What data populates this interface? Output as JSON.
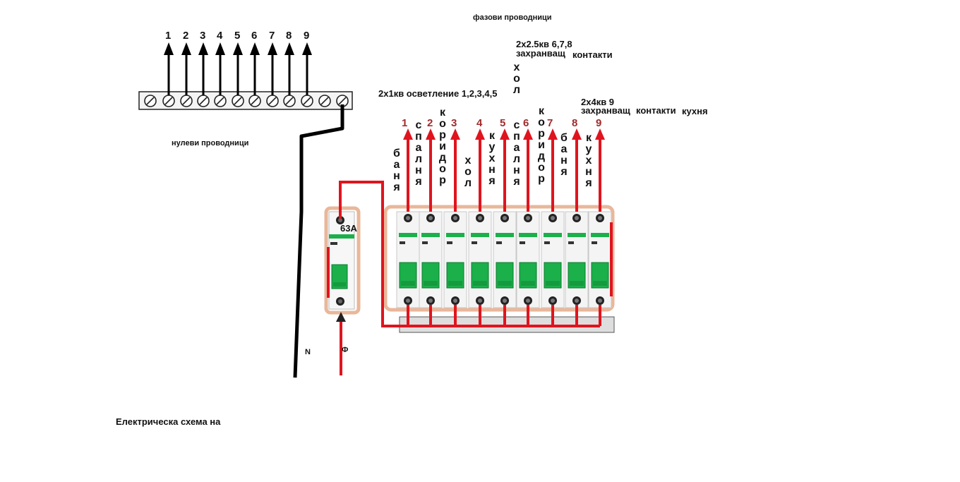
{
  "labels": {
    "phase_conductors": "фазови проводници",
    "neutral_conductors": "нулеви проводници",
    "lighting_spec": "2x1кв осветление 1,2,3,4,5",
    "socket_spec_line1": "2x2.5кв 6,7,8",
    "socket_spec_line2": "захранващ",
    "socket_spec_line3": "контакти",
    "kitchen_spec_line1": "2x4кв 9",
    "kitchen_spec_line2": "захранващ",
    "kitchen_spec_line3": "контакти",
    "kitchen_spec_line4": "кухня",
    "hol_vertical": "хол",
    "neutral_N": "N",
    "phase_F": "Ф",
    "main_breaker": "63А",
    "footer_caption": "Електрическа схема на"
  },
  "neutral_terminals": [
    "1",
    "2",
    "3",
    "4",
    "5",
    "6",
    "7",
    "8",
    "9"
  ],
  "breakers": [
    {
      "number": "1",
      "room": "баня"
    },
    {
      "number": "2",
      "room": "спалня"
    },
    {
      "number": "3",
      "room": "коридор"
    },
    {
      "number": "4",
      "room": "хол"
    },
    {
      "number": "5",
      "room": "кухня"
    },
    {
      "number": "6",
      "room": "спалня"
    },
    {
      "number": "7",
      "room": "коридор"
    },
    {
      "number": "8",
      "room": "баня"
    },
    {
      "number": "9",
      "room": "кухня"
    }
  ],
  "colors": {
    "neutral_wire": "#000000",
    "phase_wire": "#e0141e",
    "breaker_green": "#1bb04a",
    "panel_border": "#e9b79a",
    "number_red": "#a12b2b"
  }
}
